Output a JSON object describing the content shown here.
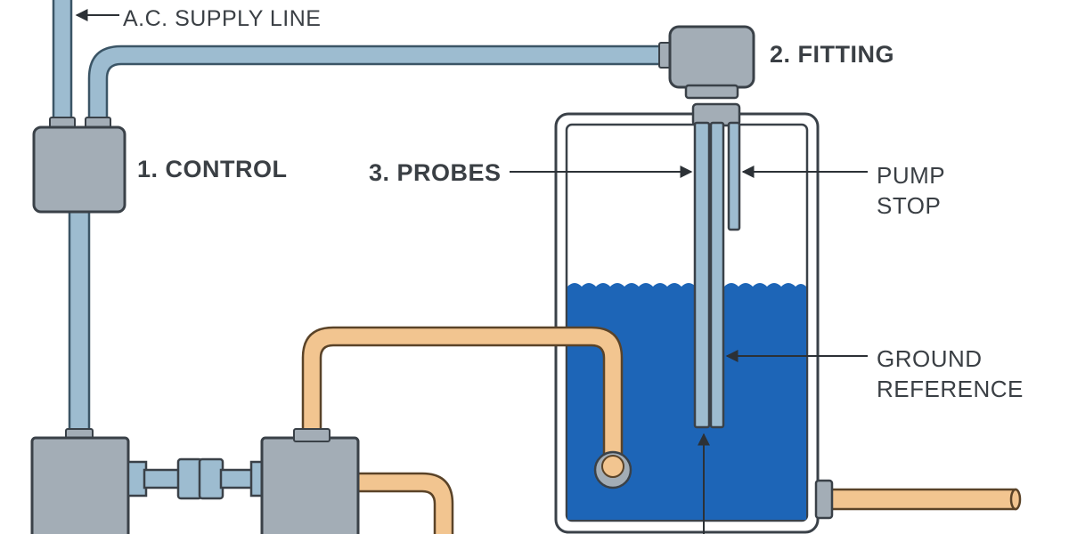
{
  "labels": {
    "supply_line": "A.C. SUPPLY LINE",
    "fitting": "2. FITTING",
    "control": "1. CONTROL",
    "probes": "3. PROBES",
    "pump_stop_line1": "PUMP",
    "pump_stop_line2": "STOP",
    "ground_line1": "GROUND",
    "ground_line2": "REFERENCE"
  },
  "colors": {
    "conduit": "#9dbcd0",
    "conduit_outline": "#3b5566",
    "housing": "#a3adb6",
    "housing_outline": "#3a4148",
    "water": "#1d65b7",
    "feed_pipe": "#f2c590",
    "feed_outline": "#5a4328",
    "tank_outline": "#3a4148",
    "text": "#3a3f44"
  }
}
